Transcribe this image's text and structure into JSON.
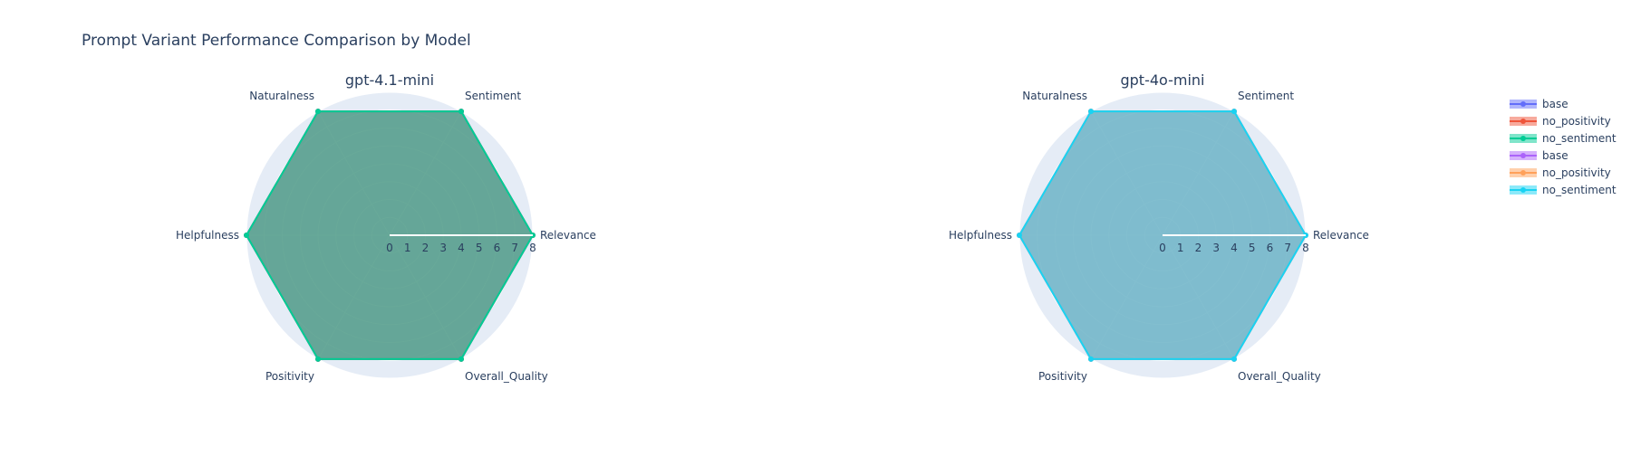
{
  "chart_data": {
    "type": "radar",
    "title": "Prompt Variant Performance Comparison by Model",
    "axes": [
      "Relevance",
      "Sentiment",
      "Naturalness",
      "Helpfulness",
      "Positivity",
      "Overall_Quality"
    ],
    "radial_range": [
      0,
      8
    ],
    "radial_ticks": [
      "0",
      "1",
      "2",
      "3",
      "4",
      "5",
      "6",
      "7",
      "8"
    ],
    "legend_position": "right",
    "colors": {
      "grid_fill": "#e5ecf6",
      "grid_line": "#ffffff",
      "text": "#2a3f5f"
    },
    "subplots": [
      {
        "title": "gpt-4.1-mini",
        "series": [
          {
            "name": "base",
            "color": "#636efa",
            "values": [
              8,
              8,
              8,
              8,
              8,
              8
            ]
          },
          {
            "name": "no_positivity",
            "color": "#ef553b",
            "values": [
              8,
              8,
              8,
              8,
              8,
              8
            ]
          },
          {
            "name": "no_sentiment",
            "color": "#00cc96",
            "values": [
              8,
              8,
              8,
              8,
              8,
              8
            ]
          }
        ]
      },
      {
        "title": "gpt-4o-mini",
        "series": [
          {
            "name": "base",
            "color": "#ab63fa",
            "values": [
              8,
              8,
              8,
              8,
              8,
              8
            ]
          },
          {
            "name": "no_positivity",
            "color": "#ffa15a",
            "values": [
              8,
              8,
              8,
              8,
              8,
              8
            ]
          },
          {
            "name": "no_sentiment",
            "color": "#19d3f3",
            "values": [
              8,
              8,
              8,
              8,
              8,
              8
            ]
          }
        ]
      }
    ],
    "legend": [
      {
        "name": "base",
        "color": "#636efa"
      },
      {
        "name": "no_positivity",
        "color": "#ef553b"
      },
      {
        "name": "no_sentiment",
        "color": "#00cc96"
      },
      {
        "name": "base",
        "color": "#ab63fa"
      },
      {
        "name": "no_positivity",
        "color": "#ffa15a"
      },
      {
        "name": "no_sentiment",
        "color": "#19d3f3"
      }
    ]
  }
}
